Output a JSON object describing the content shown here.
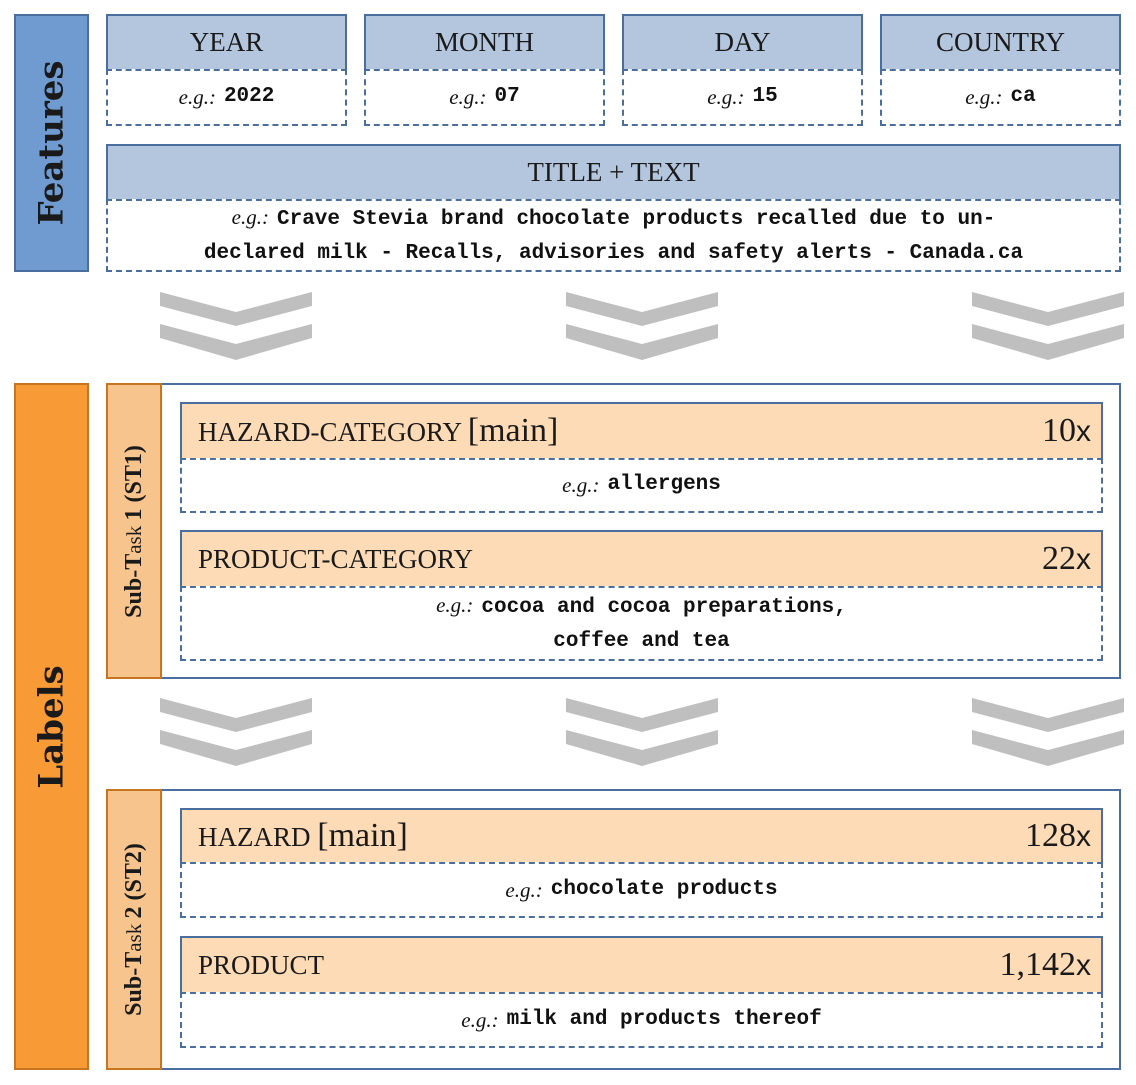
{
  "features": {
    "tab_label": "Features",
    "fields": [
      {
        "name": "YEAR",
        "example": "2022"
      },
      {
        "name": "MONTH",
        "example": "07"
      },
      {
        "name": "DAY",
        "example": "15"
      },
      {
        "name": "COUNTRY",
        "example": "ca"
      }
    ],
    "text_field": {
      "name": "TITLE + TEXT",
      "example_line1": "Crave Stevia brand chocolate products recalled due to un-",
      "example_line2": "declared milk - Recalls, advisories and safety alerts - Canada.ca"
    }
  },
  "example_prefix": "e.g.:",
  "labels": {
    "tab_label": "Labels",
    "subtask1": {
      "label_prefix": "Sub-",
      "label_t": "T",
      "label_ask": "ask ",
      "label_num": "1 (ST1)",
      "items": [
        {
          "name": "HAZARD-CATEGORY",
          "qualifier": "[main]",
          "count": "10",
          "count_suffix": "x",
          "example_line1": "allergens",
          "example_line2": ""
        },
        {
          "name": "PRODUCT-CATEGORY",
          "qualifier": "",
          "count": "22",
          "count_suffix": "x",
          "example_line1": "cocoa and cocoa preparations,",
          "example_line2": "coffee and tea"
        }
      ]
    },
    "subtask2": {
      "label_prefix": "Sub-",
      "label_t": "T",
      "label_ask": "ask ",
      "label_num": "2 (ST2)",
      "items": [
        {
          "name": "HAZARD",
          "qualifier": "[main]",
          "count": "128",
          "count_suffix": "x",
          "example_line1": "chocolate products",
          "example_line2": ""
        },
        {
          "name": "PRODUCT",
          "qualifier": "",
          "count": "1,142",
          "count_suffix": "x",
          "example_line1": "milk and products thereof",
          "example_line2": ""
        }
      ]
    }
  },
  "colors": {
    "features_blue": "#6f9bd1",
    "header_blue": "#b4c6de",
    "border_blue": "#4a6f9e",
    "labels_orange": "#f89a35",
    "label_header": "#fddbb7",
    "chevron_gray": "#bfbfbf"
  },
  "icons": [
    "chevron-down-icon"
  ]
}
